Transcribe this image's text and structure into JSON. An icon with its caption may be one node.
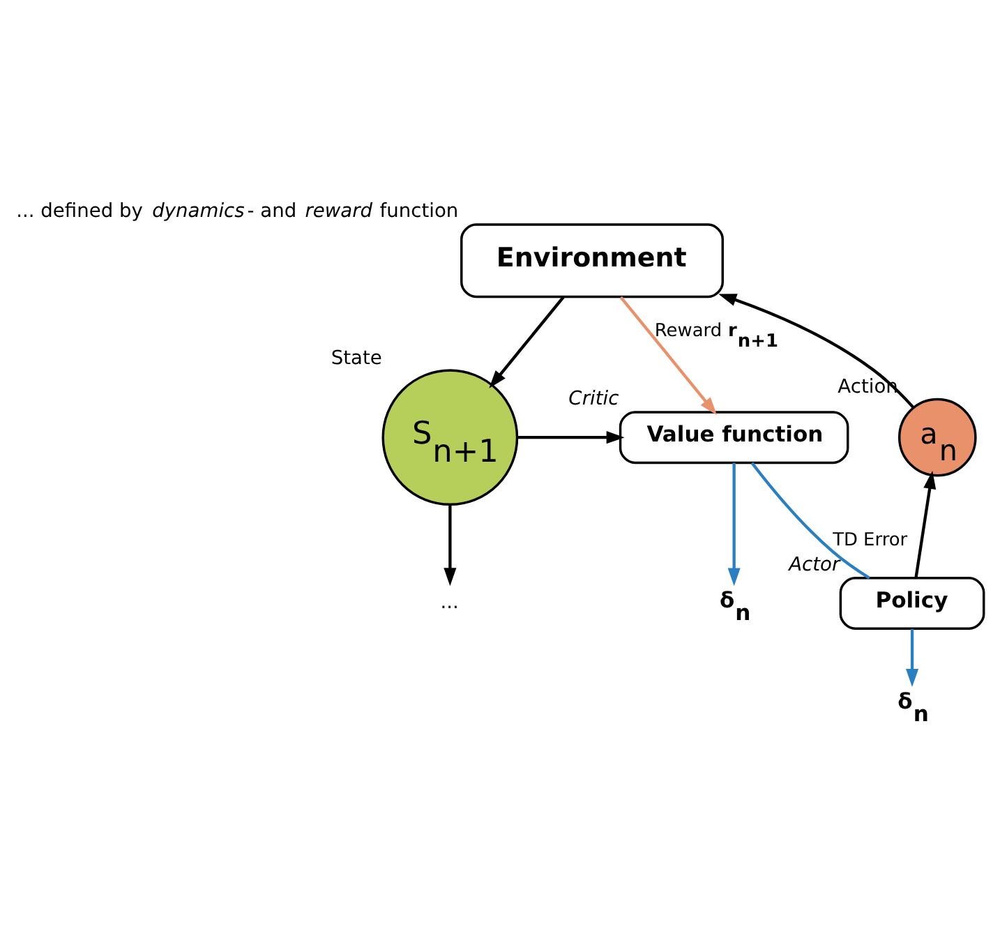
{
  "diagram": {
    "nodes": [
      {
        "text": [
          "Environment"
        ],
        "beside": [
          "... defined by *dynamics*- and *reward* function"
        ]
      },
      {
        "text": [
          "S$_{n+1}$"
        ],
        "beside": [
          "State"
        ]
      },
      {
        "text": [
          "Value function"
        ],
        "beside": [
          "*Critic*"
        ]
      },
      {
        "text": [
          "a$_{n}$"
        ],
        "beside": [
          "Action"
        ]
      },
      {
        "text": [
          "Policy"
        ],
        "beside": [
          "*Actor*"
        ]
      },
      {
        "text": [
          "..."
        ]
      },
      {
        "text": [
          "**δ$_{n}$**"
        ]
      },
      {
        "text": [
          "**δ$_{n}$**"
        ]
      }
    ],
    "edges": [
      {
        "from": 0,
        "to": 1,
        "arrow": "to"
      },
      {
        "from": 1,
        "to": 2,
        "arrow": "to"
      },
      {
        "from": 1,
        "to": 5,
        "arrow": "to"
      },
      {
        "from": 0,
        "to": 2,
        "arrow": "to",
        "label": "Reward **r$_{n+1}$**",
        "color": "#e8916a"
      },
      {
        "from": 2,
        "to": 6,
        "arrow": "to",
        "color": "#2a7fc1"
      },
      {
        "from": 2,
        "to": 4,
        "arrow": "none",
        "label": "TD Error",
        "color": "#2a7fc1"
      },
      {
        "from": 4,
        "to": 7,
        "arrow": "to",
        "color": "#2a7fc1"
      },
      {
        "from": 4,
        "to": 3,
        "arrow": "to"
      },
      {
        "from": 3,
        "to": 0,
        "arrow": "to"
      }
    ]
  }
}
